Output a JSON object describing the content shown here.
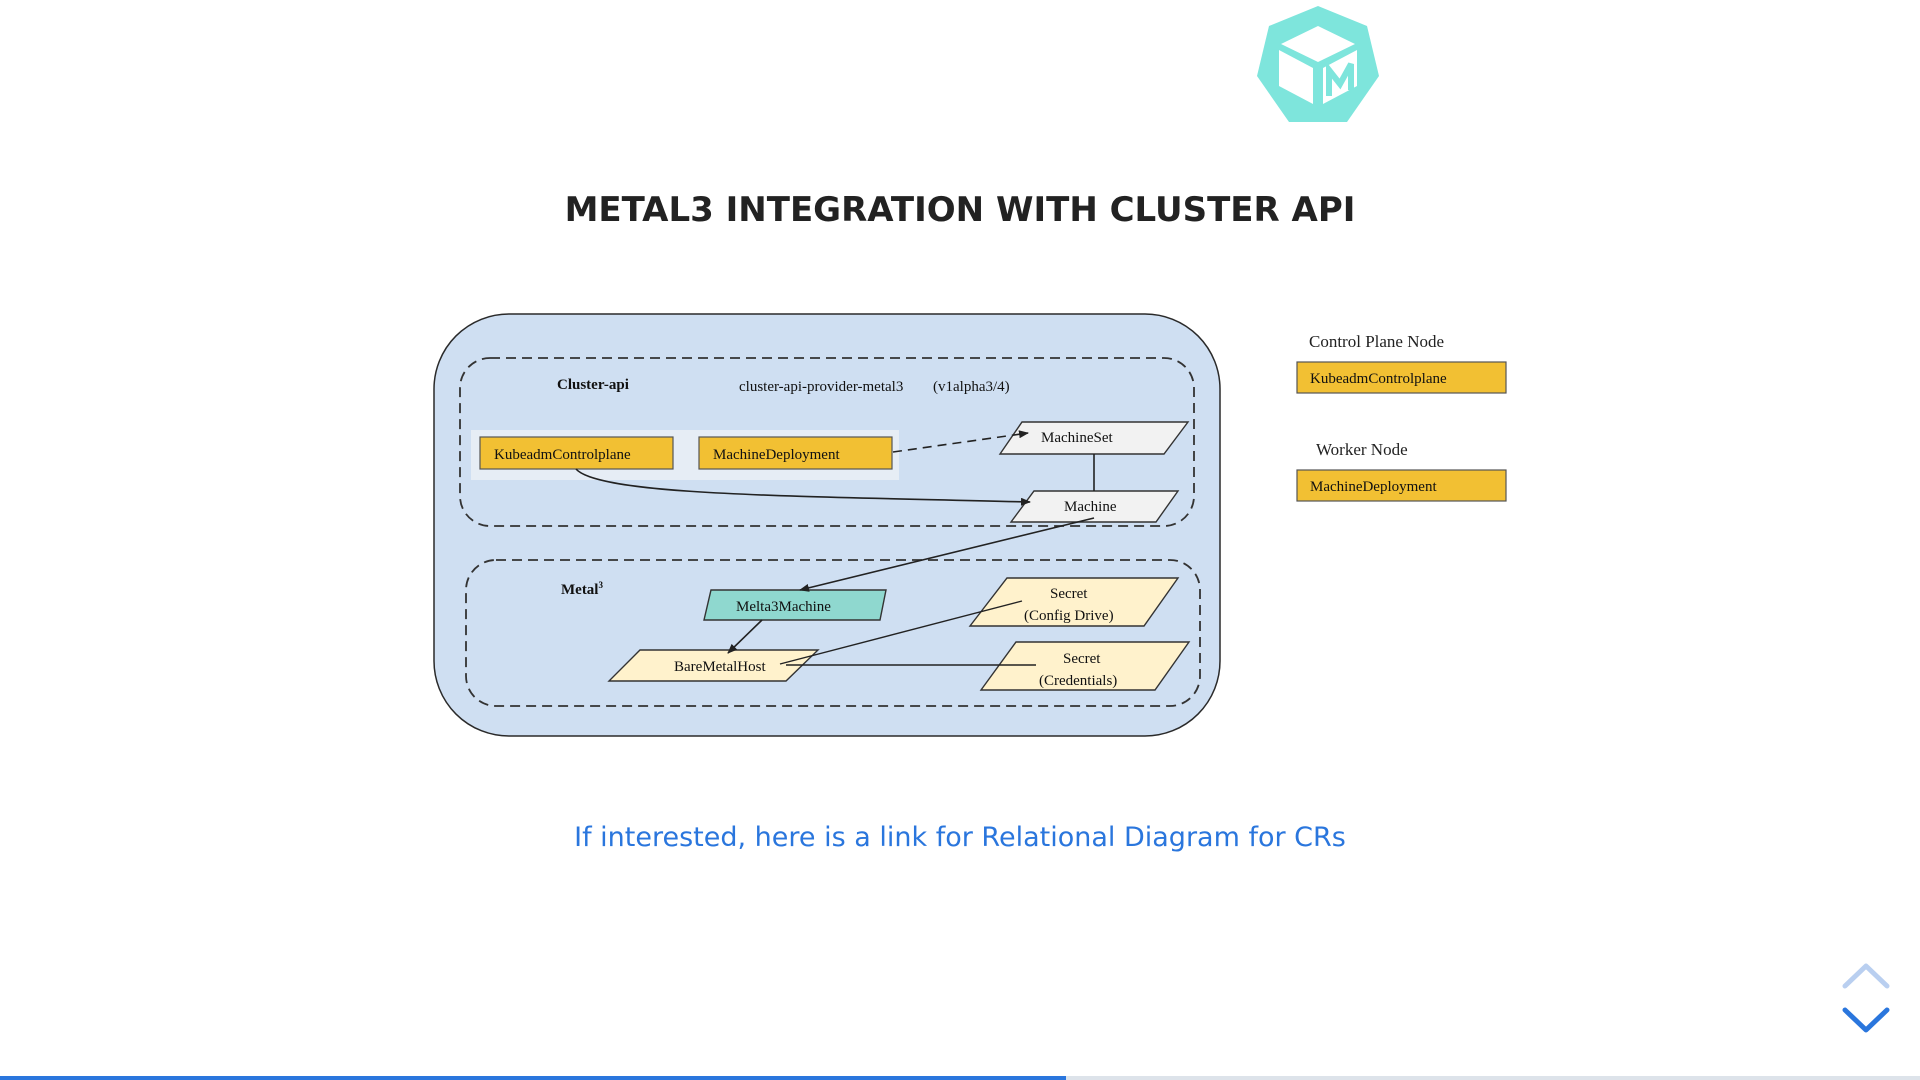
{
  "slide": {
    "title": "METAL3 INTEGRATION WITH CLUSTER API",
    "link_text": "If interested, here is a link for Relational Diagram for CRs",
    "logo_icon": "metal3-cube-logo-icon",
    "progress": 0.555
  },
  "diagram": {
    "cluster_api_section": {
      "label": "Cluster-api",
      "provider_label": "cluster-api-provider-metal3",
      "version_label": "(v1alpha3/4)"
    },
    "metal3_section": {
      "label": "Metal",
      "label_superscript": "3"
    },
    "nodes": {
      "kubeadm_controlplane": "KubeadmControlplane",
      "machine_deployment": "MachineDeployment",
      "machine_set": "MachineSet",
      "machine": "Machine",
      "melta3_machine": "Melta3Machine",
      "bare_metal_host": "BareMetalHost",
      "secret_config_line1": "Secret",
      "secret_config_line2": "(Config  Drive)",
      "secret_creds_line1": "Secret",
      "secret_creds_line2": "(Credentials)"
    },
    "legend": {
      "control_plane_title": "Control  Plane  Node",
      "control_plane_box": "KubeadmControlplane",
      "worker_title": "Worker  Node",
      "worker_box": "MachineDeployment"
    }
  },
  "nav": {
    "up_icon": "chevron-up-icon",
    "down_icon": "chevron-down-icon"
  },
  "colors": {
    "accent": "#2a76dd",
    "logo": "#7ee5dc",
    "yellow_box": "#f2c033",
    "teal_box": "#8fd8cf",
    "cream_box": "#fff2cc",
    "diagram_bg": "#cfdff2"
  }
}
